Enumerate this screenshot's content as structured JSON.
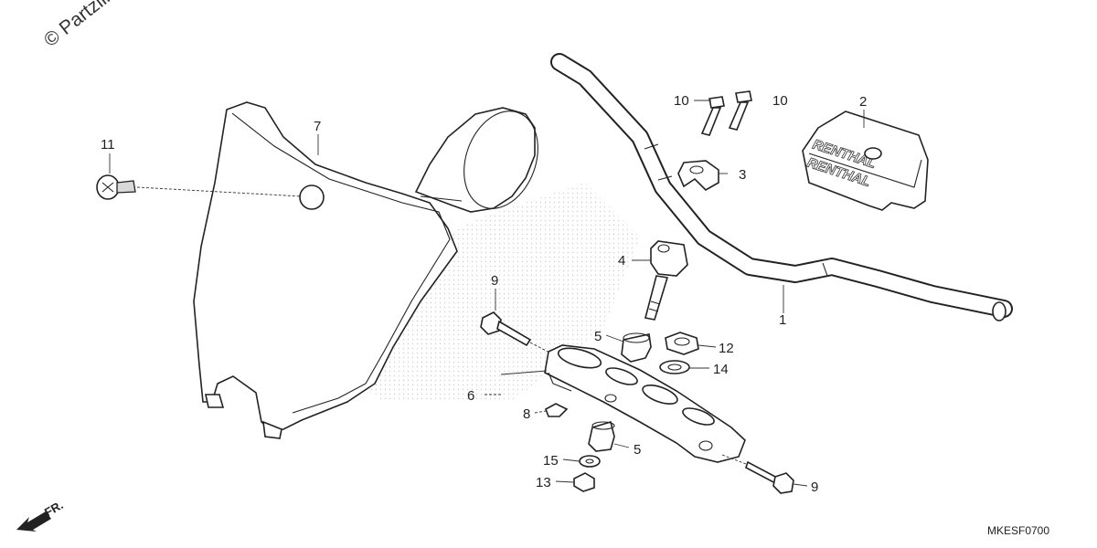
{
  "watermark": "© Partzilla",
  "diagram_code": "MKESF0700",
  "direction_label": "FR.",
  "pad_brand": "RENTHAL",
  "callouts": {
    "c1": "1",
    "c2": "2",
    "c3": "3",
    "c4": "4",
    "c5a": "5",
    "c5b": "5",
    "c6": "6",
    "c7": "7",
    "c8": "8",
    "c9a": "9",
    "c9b": "9",
    "c10a": "10",
    "c10b": "10",
    "c11": "11",
    "c12": "12",
    "c13": "13",
    "c14": "14",
    "c15": "15"
  },
  "colors": {
    "line": "#222222",
    "background": "#ffffff",
    "watermark_pattern": "#c8c8c8"
  }
}
